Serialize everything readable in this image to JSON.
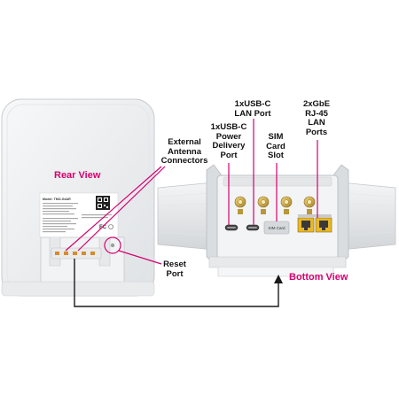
{
  "views": {
    "rear": "Rear View",
    "bottom": "Bottom View"
  },
  "callouts": {
    "external_antenna": [
      "External",
      "Antenna",
      "Connectors"
    ],
    "reset_port": [
      "Reset",
      "Port"
    ],
    "usb_pd": [
      "1xUSB-C",
      "Power",
      "Delivery",
      "Port"
    ],
    "usb_lan": [
      "1xUSB-C",
      "LAN Port"
    ],
    "sim_slot": [
      "SIM",
      "Card",
      "Slot"
    ],
    "gbe_ports": [
      "2xGbE",
      "RJ-45",
      "LAN",
      "Ports"
    ]
  },
  "device": {
    "model_label": "Model: TMO-G4AR",
    "sim_card_text": "SIM Card",
    "fcc_mark": "FC"
  },
  "colors": {
    "accent": "#d6006f",
    "line": "#1a1a1a",
    "device_body": "#eef0f2",
    "gold": "#c9a646",
    "rj45_yellow": "#e8b82a"
  }
}
